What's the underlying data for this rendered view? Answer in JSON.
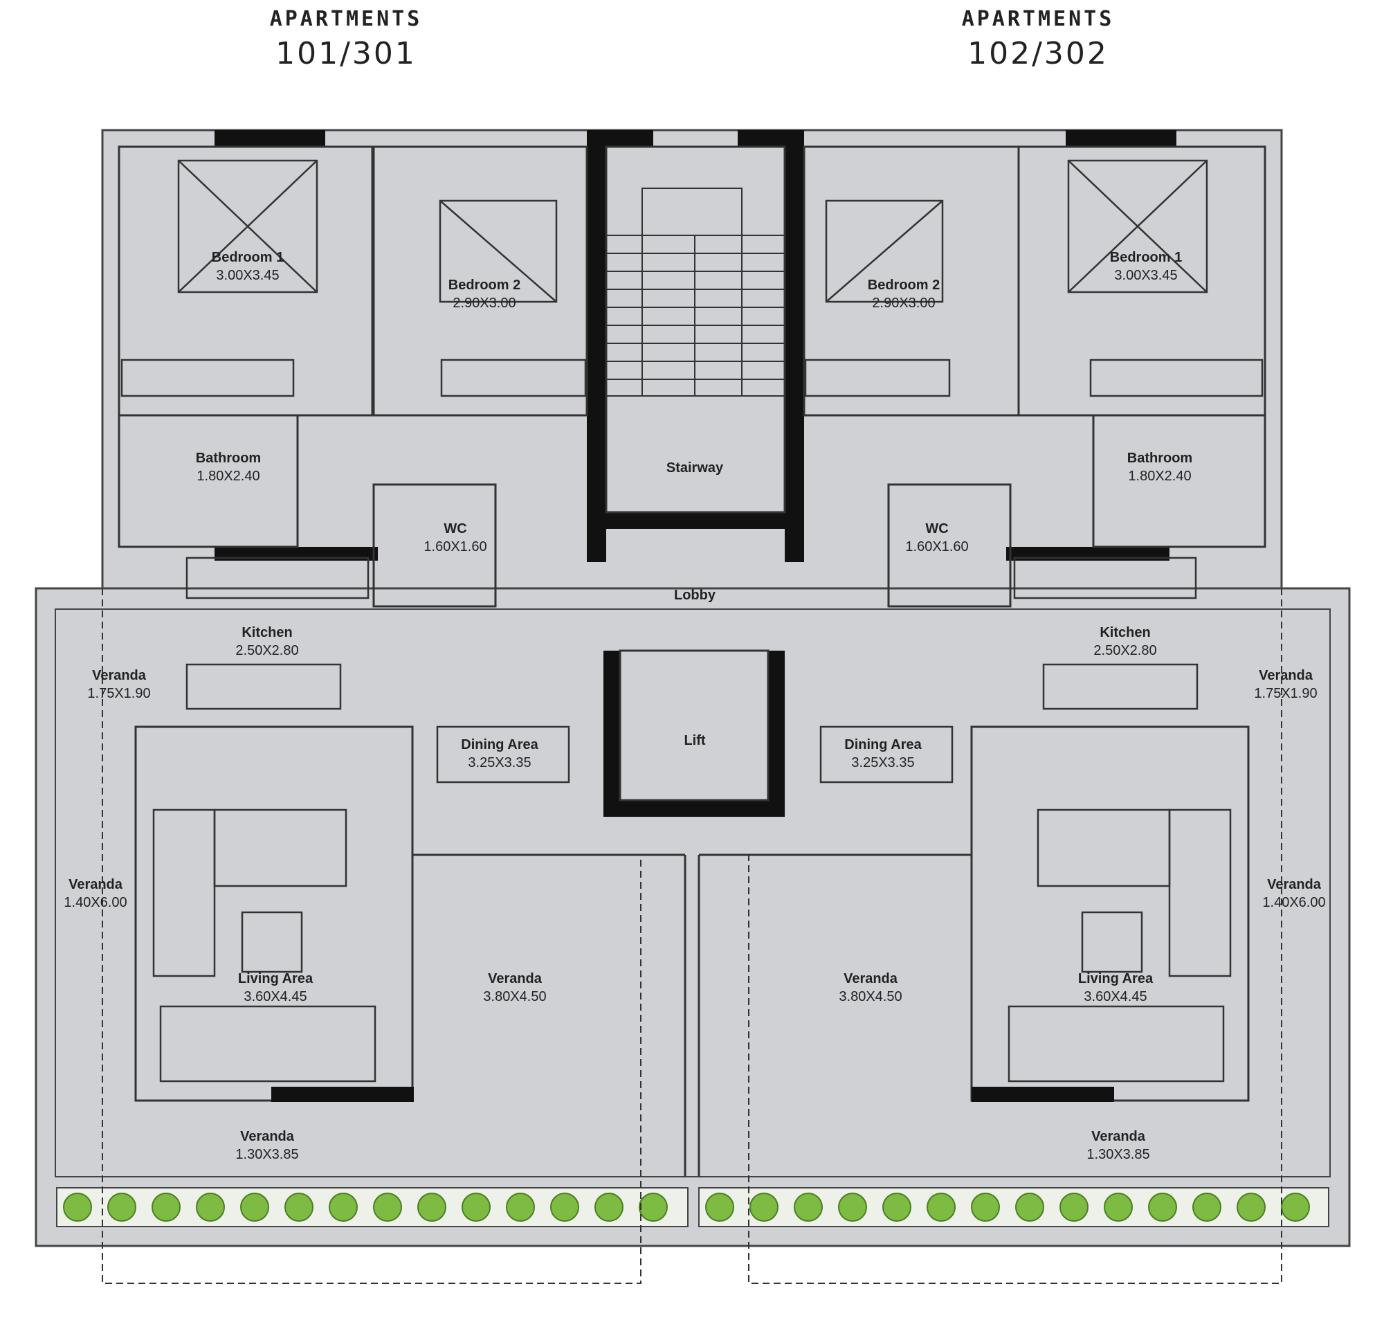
{
  "headers": {
    "left": {
      "label": "APARTMENTS",
      "number": "101/301"
    },
    "right": {
      "label": "APARTMENTS",
      "number": "102/302"
    }
  },
  "rooms": {
    "l_bed1": {
      "name": "Bedroom 1",
      "dim": "3.00X3.45"
    },
    "l_bed2": {
      "name": "Bedroom 2",
      "dim": "2.90X3.00"
    },
    "l_bath": {
      "name": "Bathroom",
      "dim": "1.80X2.40"
    },
    "l_wc": {
      "name": "WC",
      "dim": "1.60X1.60"
    },
    "l_kitchen": {
      "name": "Kitchen",
      "dim": "2.50X2.80"
    },
    "l_ver_small": {
      "name": "Veranda",
      "dim": "1.75X1.90"
    },
    "l_dining": {
      "name": "Dining Area",
      "dim": "3.25X3.35"
    },
    "l_ver_side": {
      "name": "Veranda",
      "dim": "1.40X6.00"
    },
    "l_living": {
      "name": "Living Area",
      "dim": "3.60X4.45"
    },
    "l_ver_big": {
      "name": "Veranda",
      "dim": "3.80X4.50"
    },
    "l_ver_bottom": {
      "name": "Veranda",
      "dim": "1.30X3.85"
    },
    "stairway": {
      "name": "Stairway"
    },
    "lobby": {
      "name": "Lobby"
    },
    "lift": {
      "name": "Lift"
    },
    "r_bed1": {
      "name": "Bedroom 1",
      "dim": "3.00X3.45"
    },
    "r_bed2": {
      "name": "Bedroom 2",
      "dim": "2.90X3.00"
    },
    "r_bath": {
      "name": "Bathroom",
      "dim": "1.80X2.40"
    },
    "r_wc": {
      "name": "WC",
      "dim": "1.60X1.60"
    },
    "r_kitchen": {
      "name": "Kitchen",
      "dim": "2.50X2.80"
    },
    "r_ver_small": {
      "name": "Veranda",
      "dim": "1.75X1.90"
    },
    "r_dining": {
      "name": "Dining Area",
      "dim": "3.25X3.35"
    },
    "r_ver_side": {
      "name": "Veranda",
      "dim": "1.40X6.00"
    },
    "r_living": {
      "name": "Living Area",
      "dim": "3.60X4.45"
    },
    "r_ver_big": {
      "name": "Veranda",
      "dim": "3.80X4.50"
    },
    "r_ver_bottom": {
      "name": "Veranda",
      "dim": "1.30X3.85"
    }
  },
  "colors": {
    "floor": "#cfd1d5",
    "wall": "#111111",
    "line": "#222222",
    "planter": "#7dbb42",
    "background": "#ffffff"
  }
}
